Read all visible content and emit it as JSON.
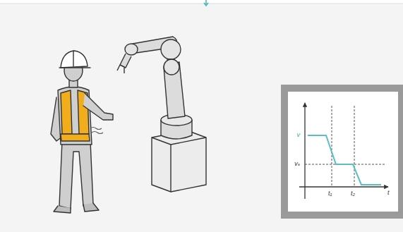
{
  "diagram": {
    "labels": [
      "v",
      "vₛ",
      "t₁",
      "t₂",
      "t"
    ]
  }
}
